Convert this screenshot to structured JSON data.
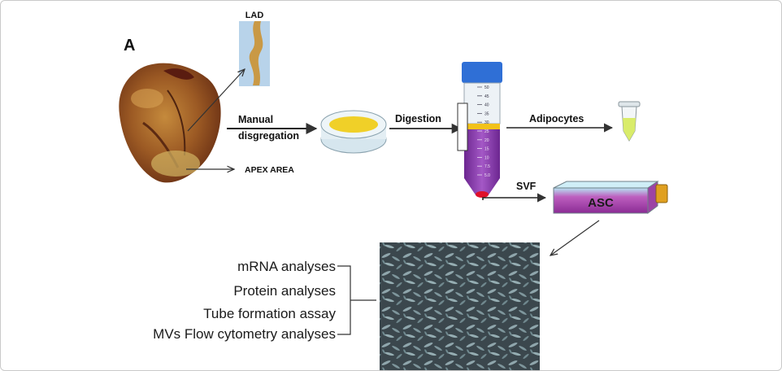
{
  "panel_label": "A",
  "labels": {
    "lad": "LAD",
    "manual_line1": "Manual",
    "manual_line2": "disgregation",
    "apex_area": "APEX AREA",
    "digestion": "Digestion",
    "adipocytes": "Adipocytes",
    "svf": "SVF",
    "asc": "ASC"
  },
  "tube_scale": [
    "50",
    "45",
    "40",
    "35",
    "30",
    "25",
    "20",
    "15",
    "10",
    "7.5",
    "5.0"
  ],
  "analyses": [
    "mRNA analyses",
    "Protein analyses",
    "Tube formation assay",
    "MVs Flow cytometry analyses"
  ],
  "colors": {
    "purple_medium": "#8a3ea8",
    "fat_layer": "#f2c21a",
    "pellet": "#e0102a",
    "tube_cap": "#2f6fd6",
    "flask_cap": "#e0a020",
    "micrograph_bg": "#3e4a50"
  }
}
